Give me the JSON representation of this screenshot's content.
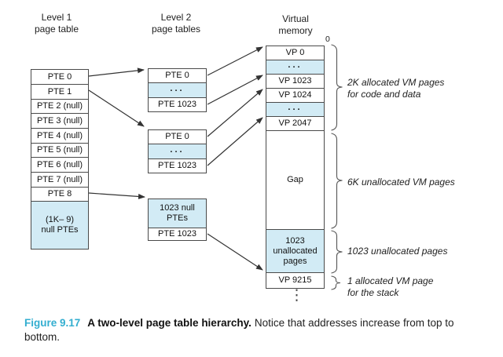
{
  "colors": {
    "shade": "#d2ebf5",
    "figure_label": "#33aed0",
    "line": "#333333"
  },
  "headers": {
    "level1": "Level 1\npage table",
    "level2": "Level 2\npage tables",
    "virtual_memory": "Virtual\nmemory"
  },
  "address_origin": "0",
  "level1_table": {
    "rows": [
      "PTE 0",
      "PTE 1",
      "PTE 2 (null)",
      "PTE 3 (null)",
      "PTE 4 (null)",
      "PTE 5 (null)",
      "PTE 6 (null)",
      "PTE 7 (null)",
      "PTE 8"
    ],
    "null_block": "(1K– 9)\nnull PTEs"
  },
  "level2_tables": {
    "table1": {
      "rows": [
        "PTE 0",
        "...",
        "PTE 1023"
      ]
    },
    "table2": {
      "rows": [
        "PTE 0",
        "...",
        "PTE 1023"
      ]
    },
    "table3": {
      "null_block": "1023 null\nPTEs",
      "last": "PTE 1023"
    }
  },
  "virtual_memory": {
    "rows": [
      "VP 0",
      "...",
      "VP 1023",
      "VP 1024",
      "...",
      "VP 2047"
    ],
    "gap": "Gap",
    "unallocated_block": "1023\nunallocated\npages",
    "stack_page": "VP 9215",
    "ellipsis": "⋮"
  },
  "annotations": {
    "code_data": "2K allocated VM pages\nfor code and data",
    "unallocated_6k": "6K unallocated VM pages",
    "unallocated_1023": "1023 unallocated pages",
    "stack": "1 allocated VM page\nfor the stack"
  },
  "caption": {
    "label": "Figure 9.17",
    "title": "A two-level page table hierarchy.",
    "text": "Notice that addresses increase from top to bottom."
  }
}
